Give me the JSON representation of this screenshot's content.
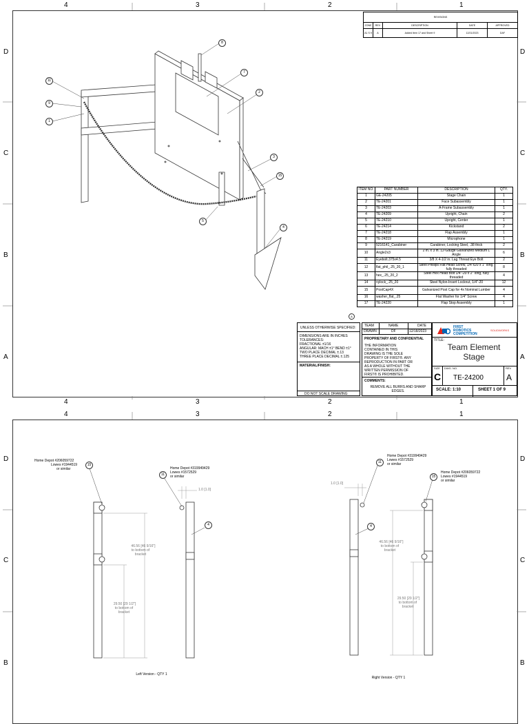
{
  "zones_top": [
    "4",
    "3",
    "2",
    "1"
  ],
  "zones_side_sheet1": [
    "D",
    "C",
    "B",
    "A"
  ],
  "zones_side_sheet2": [
    "D",
    "C",
    "B"
  ],
  "revisions": {
    "title": "REVISIONS",
    "headers": [
      "ZONE",
      "REV",
      "DESCRIPTION",
      "DATE",
      "APPROVED"
    ],
    "row": [
      "A1 S 9",
      "A",
      "Added Item 17 and Sheet 9",
      "12/21/2023",
      "DAF"
    ]
  },
  "bom": {
    "headers": [
      "ITEM NO.",
      "PART NUMBER",
      "DESCRIPTION",
      "QTY."
    ],
    "rows": [
      [
        "1",
        "GE-24205",
        "Stage Chain",
        "1"
      ],
      [
        "2",
        "TE-24201",
        "Face Subassembly",
        "1"
      ],
      [
        "3",
        "TE-24203",
        "A-Frame Subassembly",
        "1"
      ],
      [
        "4",
        "TE-24209",
        "Upright, Chain",
        "2"
      ],
      [
        "5",
        "TE-24210",
        "Upright, Center",
        "1"
      ],
      [
        "6",
        "TE-24214",
        "Kickstand",
        "2"
      ],
      [
        "7",
        "TE-24218",
        "Flap Assembly",
        "1"
      ],
      [
        "8",
        "TE-24219",
        "Microphone",
        "1"
      ],
      [
        "9",
        "5216141_Carabiner",
        "Carabiner, Locking Steel, .38 thick",
        "2"
      ],
      [
        "10",
        "Angle2x3",
        "2 in. x 3 in. 12-Gauge Galvanized Medium L Angle",
        "6"
      ],
      [
        "11",
        "Eyebolt.375x4.5",
        "3/8 X 4-1/2 in. Lag Thread Eye Bolt",
        "2"
      ],
      [
        "12",
        "flat_phil_.25_20_1",
        "Steel Phillips Flat Head Screw, 1/4\"x20 x 1\" long, fully threaded",
        "8"
      ],
      [
        "13",
        "hex_.25_20_2",
        "Steel Hex Head Bolt 1/4\"-20 x 2\" long, fully threaded",
        "4"
      ],
      [
        "14",
        "nylock_.25_20",
        "Steel Nylon-Insert Locknut, 1/4\"-20",
        "12"
      ],
      [
        "15",
        "PostCap4X",
        "Galvanized Post Cap for 4x Nominal Lumber",
        "4"
      ],
      [
        "16",
        "washer_flat_.25",
        "Flat Washer for 1/4\" Screw",
        "4"
      ],
      [
        "17",
        "TE-24220",
        "Flap Stop Assembly",
        "1"
      ]
    ]
  },
  "rev_marker": "A",
  "title_block": {
    "unless": "UNLESS OTHERWISE SPECIFIED:",
    "dims": "DIMENSIONS ARE IN INCHES",
    "tol": "TOLERANCES:",
    "frac": "FRACTIONAL ±1/16",
    "ang": "ANGULAR: MACH ±1° BEND ±1°",
    "two": "TWO PLACE DECIMAL ±.13",
    "three": "THREE PLACE DECIMAL ±.125",
    "material": "MATERIAL/FINISH:",
    "dnsd": "DO NOT SCALE DRAWING",
    "team": "TEAM",
    "name": "NAME",
    "date": "DATE",
    "drawn": "DRAWN",
    "drawn_name": "DF",
    "drawn_date": "12/18/2023",
    "prop_title": "PROPRIETARY AND CONFIDENTIAL",
    "prop_text": "THE INFORMATION CONTAINED IN THIS DRAWING IS THE SOLE PROPERTY OF FIRST®. ANY REPRODUCTION IN PART OR AS A WHOLE WITHOUT THE WRITTEN PERMISSION OF FIRST® IS PROHIBITED.",
    "comments": "COMMENTS:",
    "comment_text": "REMOVE ALL BURRS AND SHARP EDGES.",
    "title_label": "TITLE:",
    "logo1": "FIRST",
    "logo2": "ROBOTICS",
    "logo3": "COMPETITION",
    "sw": "SOLIDWORKS",
    "title": "Team Element Stage",
    "size_label": "SIZE",
    "size": "C",
    "dwg_label": "DWG. NO.",
    "dwg": "TE-24200",
    "rev_label": "REV",
    "rev": "A",
    "scale": "SCALE: 1:10",
    "sheet": "SHEET 1 OF 9"
  },
  "callouts_sheet1": [
    "8",
    "7",
    "2",
    "11",
    "9",
    "1",
    "3",
    "15",
    "5",
    "4"
  ],
  "sheet2": {
    "left_caption": "Left Version - QTY 1",
    "right_caption": "Right Version - QTY 1",
    "home_depot_15": "Home Depot #206059722",
    "lowes_15": "Lowes #1944519",
    "home_depot_11": "Home Depot #319949429",
    "lowes_11": "Lowes #1572529",
    "similar": "or similar",
    "dim_top": "46.56 [46 9/16\"]",
    "dim_top_sub": "to bottom of bracket",
    "dim_low": "29.50 [29 1/2\"]",
    "dim_low_sub": "to bottom of bracket",
    "dim_small": "1.0 [1.0]",
    "b15": "15",
    "b11": "11",
    "b4": "4"
  }
}
